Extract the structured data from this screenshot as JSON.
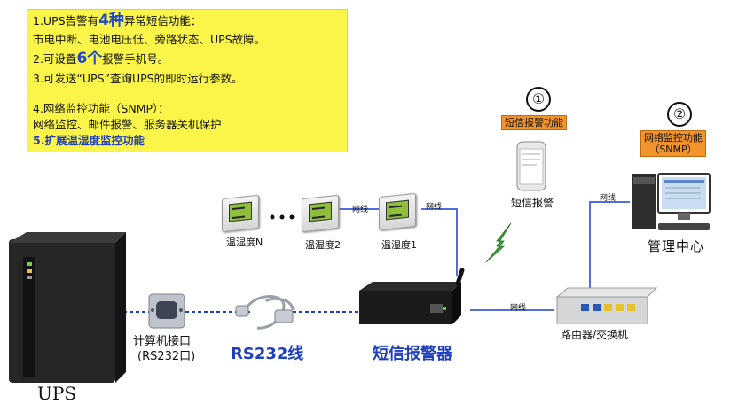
{
  "info_box": {
    "line1_pre": "1.UPS告警有",
    "line1_big": "4种",
    "line1_post": "异常短信功能：",
    "line2": "市电中断、电池电压低、旁路状态、UPS故障。",
    "line3_pre": "2.可设置",
    "line3_big": "6个",
    "line3_post": "报警手机号。",
    "line4": "3.可发送“UPS”查询UPS的即时运行参数。",
    "line5": "4.网络监控功能（SNMP）：",
    "line6": "网络监控、邮件报警、服务器关机保护",
    "line7": "5.扩展温湿度监控功能"
  },
  "feature1": {
    "number": "①",
    "tag": "短信报警功能",
    "label": "短信报警"
  },
  "feature2": {
    "number": "②",
    "tag_line1": "网络监控功能",
    "tag_line2": "（SNMP）",
    "label": "管理中心"
  },
  "sensors": [
    {
      "label": "温湿度N"
    },
    {
      "label": "温湿度2"
    },
    {
      "label": "温湿度1"
    }
  ],
  "wire_label": "网线",
  "devices": {
    "ups": "UPS",
    "serial_port": "计算机接口",
    "serial_port_sub": "(RS232口)",
    "cable": "RS232线",
    "sms_alarm": "短信报警器",
    "router": "路由器/交换机"
  },
  "colors": {
    "box_bg": "#fbf54a",
    "tag_bg": "#f2932b",
    "accent_blue": "#1e3fbf",
    "wire_blue": "#1a3fd0"
  }
}
